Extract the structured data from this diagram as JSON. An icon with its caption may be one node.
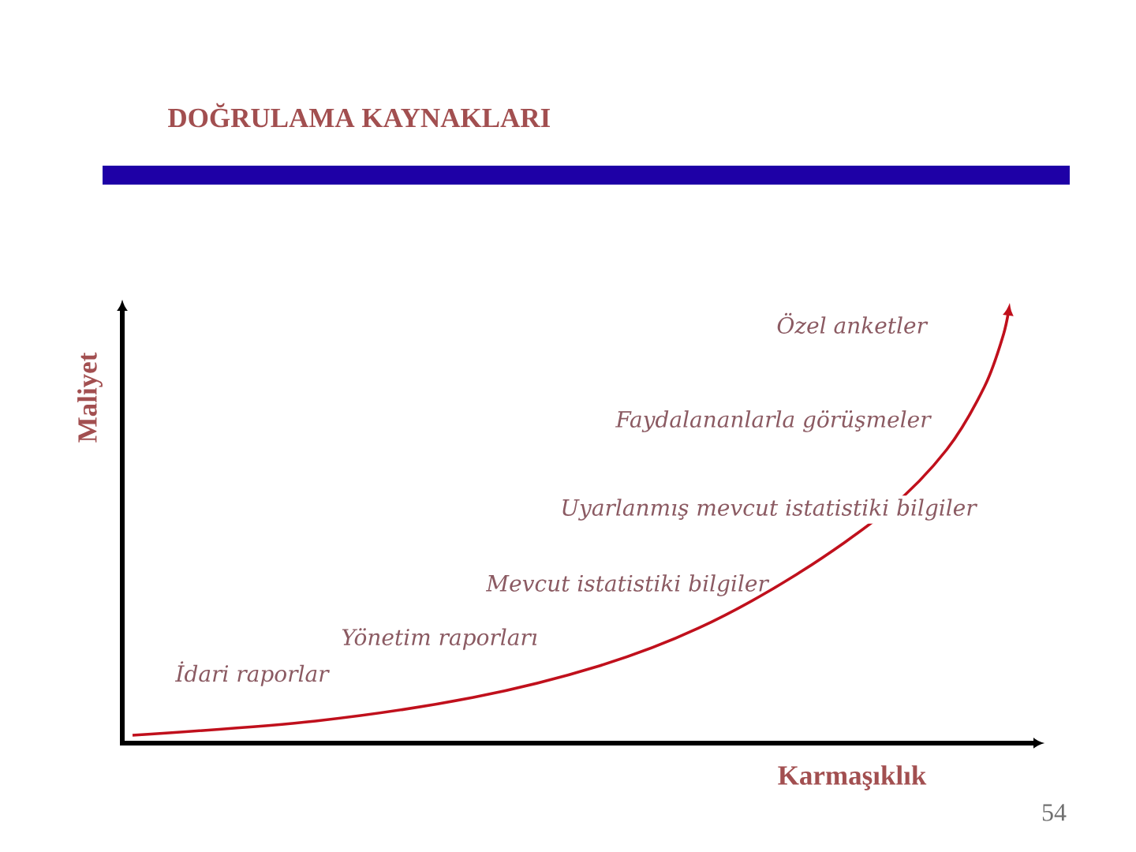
{
  "diagram": {
    "title": "DOĞRULAMA KAYNAKLARI",
    "labels": [
      "Özel anketler",
      "Maliyet",
      "Faydalananlarla görüşmeler",
      "Uyarlanmış mevcut istatistiki bilgiler",
      "Mevcut istatistiki bilgiler",
      "Yönetim raporları",
      "İdari raporlar",
      "Karmaşıklık",
      "54"
    ]
  }
}
